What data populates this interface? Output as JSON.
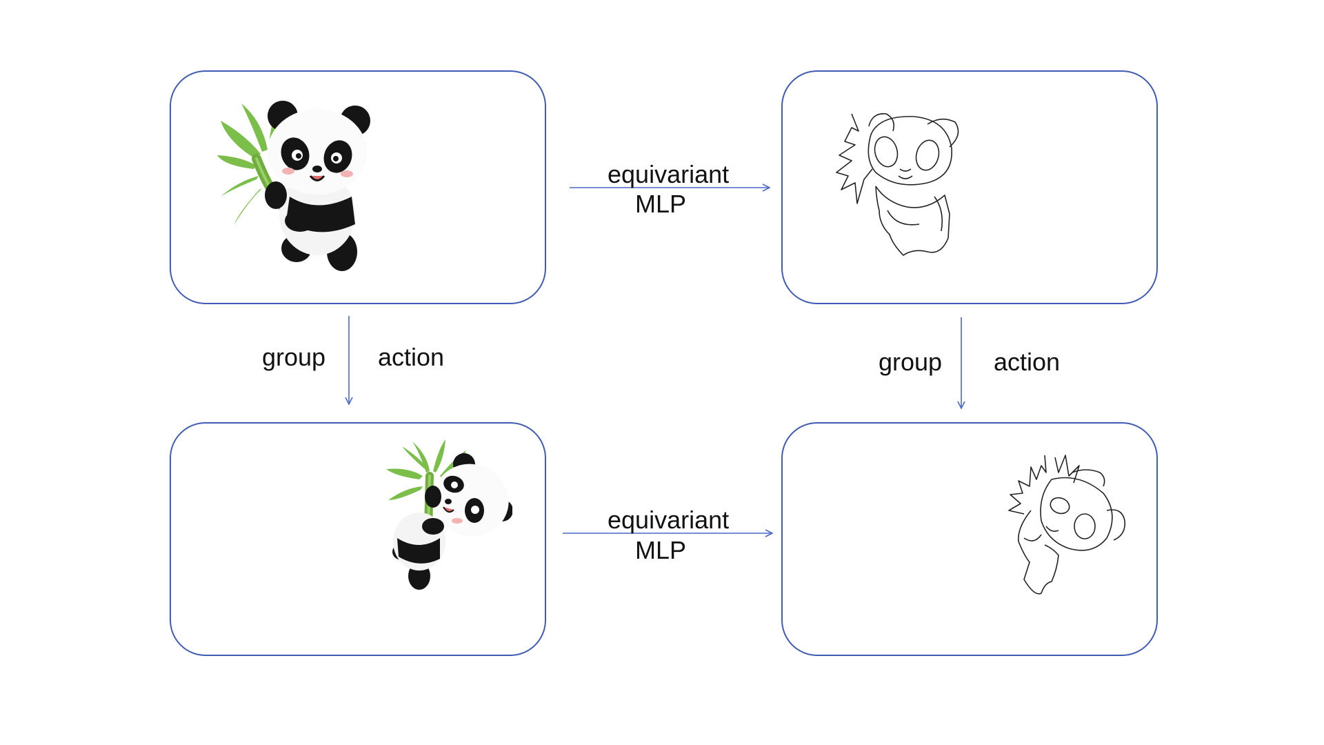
{
  "edges": {
    "top_horizontal": {
      "line1": "equivariant",
      "line2": "MLP"
    },
    "bottom_horizontal": {
      "line1": "equivariant",
      "line2": "MLP"
    },
    "left_vertical": {
      "left_word": "group",
      "right_word": "action"
    },
    "right_vertical": {
      "left_word": "group",
      "right_word": "action"
    }
  },
  "colors": {
    "border": "#3f5bb3",
    "arrow": "#4a68c6",
    "text": "#111111",
    "panda_black": "#151515",
    "bamboo_green": "#6fae3c",
    "leaf_green": "#7bbf4a",
    "sketch": "#222222"
  },
  "icons": {
    "top_left": "panda-with-bamboo-image",
    "top_right": "panda-edge-sketch",
    "bottom_left": "shifted-panda-image",
    "bottom_right": "shifted-panda-edge-sketch"
  }
}
